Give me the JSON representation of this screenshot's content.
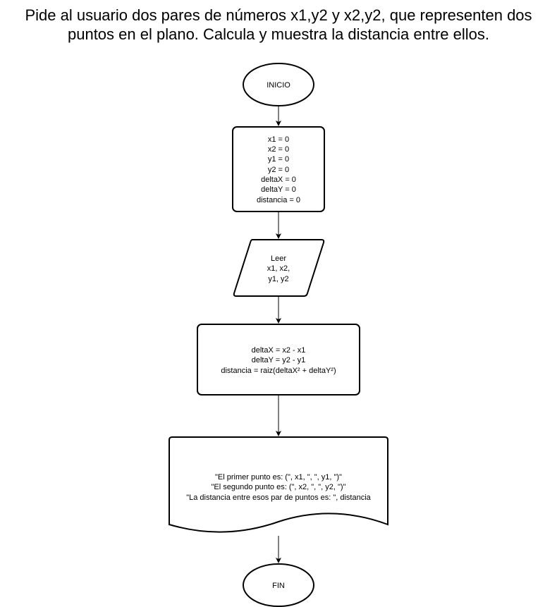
{
  "title": {
    "line1": "Pide al usuario dos pares de números x1,y2 y x2,y2, que representen dos",
    "line2": "puntos en el plano. Calcula y muestra la distancia entre ellos."
  },
  "nodes": {
    "start": {
      "label": "INICIO"
    },
    "init": {
      "lines": [
        "x1 = 0",
        "x2 = 0",
        "y1 = 0",
        "y2 = 0",
        "deltaX = 0",
        "deltaY = 0",
        "distancia = 0"
      ]
    },
    "input": {
      "lines": [
        "Leer",
        "x1, x2,",
        "y1, y2"
      ]
    },
    "process": {
      "lines": [
        "deltaX = x2 - x1",
        "deltaY = y2 - y1",
        "distancia = raiz(deltaX² + deltaY²)"
      ]
    },
    "output": {
      "lines": [
        "\"El primer punto es: (\", x1, \", \", y1, \")\"",
        "\"El segundo punto es: (\", x2, \", \", y2, \")\"",
        "\"La distancia entre esos par de puntos es: \", distancia"
      ]
    },
    "end": {
      "label": "FIN"
    }
  }
}
